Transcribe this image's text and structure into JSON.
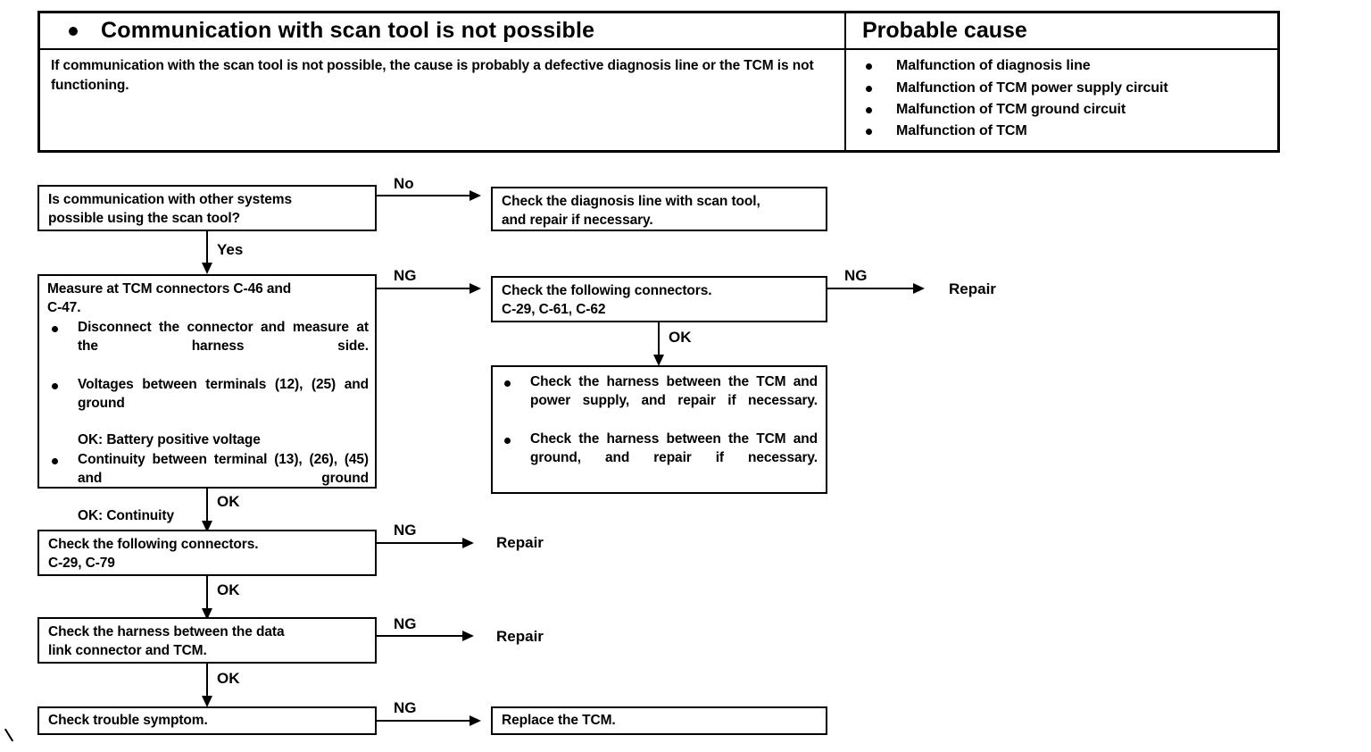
{
  "symptom_table": {
    "header": {
      "left_title": "Communication with scan tool is not possible",
      "right_title": "Probable cause"
    },
    "description": "If communication with the scan tool is not possible, the cause is probably a defective diagnosis line or the TCM is not functioning.",
    "probable_causes": [
      "Malfunction of diagnosis line",
      "Malfunction of TCM power supply circuit",
      "Malfunction of TCM ground circuit",
      "Malfunction of TCM"
    ]
  },
  "flow": {
    "step1": {
      "line1": "Is communication with other systems",
      "line2": "possible using the scan tool?"
    },
    "step1_no_box": {
      "line1": "Check the diagnosis line with scan tool,",
      "line2": "and repair if necessary."
    },
    "step2": {
      "title_line1": "Measure at TCM connectors C-46 and",
      "title_line2": "C-47.",
      "bullets": [
        {
          "text": "Disconnect the connector and measure at the harness side."
        },
        {
          "text": "Voltages between terminals (12), (25) and ground",
          "ok_label": "OK:",
          "ok_value": "Battery positive voltage"
        },
        {
          "text": "Continuity between terminal (13), (26), (45) and ground",
          "ok_label": "OK:",
          "ok_value": "Continuity"
        }
      ]
    },
    "step3_connectors": {
      "heading": "Check the following connectors.",
      "list": "C-29, C-61, C-62"
    },
    "step3_harness": {
      "bullets": [
        "Check the harness between the TCM and power supply, and repair if necessary.",
        "Check the harness between the TCM and ground, and repair if necessary."
      ]
    },
    "step4_connectors": {
      "heading": "Check the following connectors.",
      "list": "C-29, C-79"
    },
    "step5": {
      "line1": "Check the harness between the data",
      "line2": "link connector and TCM."
    },
    "step6": {
      "line1": "Check trouble symptom."
    },
    "step6_ng_box": {
      "line1": "Replace the TCM."
    },
    "labels": {
      "no": "No",
      "yes": "Yes",
      "ng": "NG",
      "ok": "OK",
      "repair": "Repair"
    }
  }
}
